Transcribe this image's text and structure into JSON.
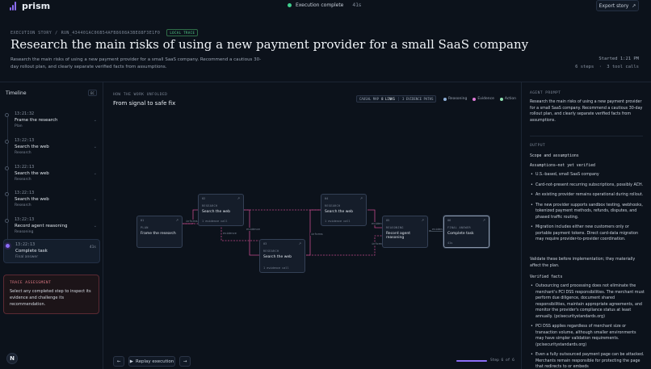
{
  "app": {
    "name": "prism",
    "status": "Execution complete",
    "elapsed": "41s",
    "export_label": "Export story",
    "user_initial": "N"
  },
  "header": {
    "crumb_section": "EXECUTION STORY",
    "crumb_sep": "/",
    "crumb_run": "RUN_434401AC06B54AFB8608A3BE88F3E1F0",
    "badge": "LOCAL TRACE",
    "title": "Research the main risks of using a new payment provider for a small SaaS company",
    "subtitle": "Research the main risks of using a new payment provider for a small SaaS company. Recommend a cautious 30-day rollout plan, and clearly separate verified facts from assumptions.",
    "started": "Started 1:21 PM",
    "steps": "6 steps",
    "dot": "·",
    "tool_calls": "3 tool calls"
  },
  "timeline": {
    "title": "Timeline",
    "toggle": "BC",
    "items": [
      {
        "time": "13:21:32",
        "title": "Frame the research",
        "kind": "Plan",
        "duration": ""
      },
      {
        "time": "13:22:13",
        "title": "Search the web",
        "kind": "Research",
        "duration": ""
      },
      {
        "time": "13:22:13",
        "title": "Search the web",
        "kind": "Research",
        "duration": ""
      },
      {
        "time": "13:22:13",
        "title": "Search the web",
        "kind": "Research",
        "duration": ""
      },
      {
        "time": "13:22:13",
        "title": "Record agent reasoning",
        "kind": "Reasoning",
        "duration": ""
      },
      {
        "time": "13:22:13",
        "title": "Complete task",
        "kind": "Final answer",
        "duration": "41s"
      }
    ],
    "assessment_title": "TRACE ASSESSMENT",
    "assessment_text": "Select any completed step to inspect its evidence and challenge its recommendation."
  },
  "graph": {
    "label": "HOW THE WORK UNFOLDED",
    "title": "From signal to safe fix",
    "causal_prefix": "CAUSAL MAP",
    "causal_links": "8 LINKS",
    "evidence_paths": "3 EVIDENCE PATHS",
    "legend": [
      {
        "label": "Reasoning",
        "color": "#8fb0d8"
      },
      {
        "label": "Evidence",
        "color": "#e07bd8"
      },
      {
        "label": "Action",
        "color": "#8fe0b0"
      }
    ],
    "nodes": [
      {
        "idx": "01",
        "kind": "PLAN",
        "title": "Frame the research",
        "meta": ""
      },
      {
        "idx": "02",
        "kind": "RESEARCH",
        "title": "Search the web",
        "meta": "1 evidence call"
      },
      {
        "idx": "03",
        "kind": "RESEARCH",
        "title": "Search the web",
        "meta": "1 evidence call"
      },
      {
        "idx": "04",
        "kind": "RESEARCH",
        "title": "Search the web",
        "meta": "1 evidence call"
      },
      {
        "idx": "05",
        "kind": "REASONING",
        "title": "Record agent reasoning",
        "meta": ""
      },
      {
        "idx": "06",
        "kind": "FINAL ANSWER",
        "title": "Complete task",
        "meta": "41s"
      }
    ],
    "edge_labels": [
      "informs",
      "evidence",
      "evidence",
      "informs",
      "evidence",
      "informs",
      "evidence"
    ],
    "replay_label": "Replay execution",
    "progress": 1.0,
    "step_text": "Step 6 of 6"
  },
  "panel": {
    "prompt_label": "AGENT PROMPT",
    "prompt": "Research the main risks of using a new payment provider for a small SaaS company. Recommend a cautious 30-day rollout plan, and clearly separate verified facts from assumptions.",
    "output_label": "OUTPUT",
    "scope_heading": "Scope and assumptions",
    "assumptions_heading": "Assumptions—not yet verified",
    "assumptions": [
      "U.S.-based, small SaaS company",
      "Card-not-present recurring subscriptions, possibly ACH.",
      "An existing provider remains operational during rollout.",
      "The new provider supports sandbox testing, webhooks, tokenized payment methods, refunds, disputes, and phased traffic routing.",
      "Migration includes either new customers only or portable payment tokens. Direct card-data migration may require provider-to-provider coordination."
    ],
    "validate_note": "Validate these before implementation; they materially affect the plan.",
    "verified_heading": "Verified facts",
    "facts": [
      "Outsourcing card processing does not eliminate the merchant's PCI DSS responsibilities. The merchant must perform due diligence, document shared responsibilities, maintain appropriate agreements, and monitor the provider's compliance status at least annually. (pcisecuritystandards.org)",
      "PCI DSS applies regardless of merchant size or transaction volume, although smaller environments may have simpler validation requirements. (pcisecuritystandards.org)",
      "Even a fully outsourced payment page can be attacked. Merchants remain responsible for protecting the page that redirects to or embeds"
    ]
  }
}
